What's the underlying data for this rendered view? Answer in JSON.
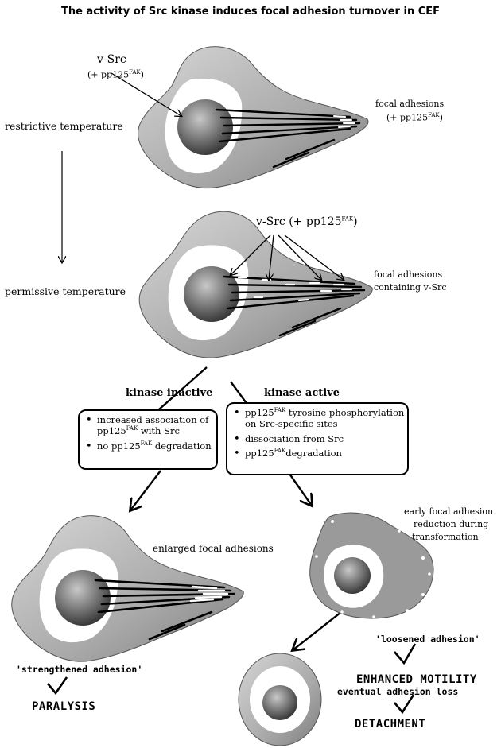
{
  "title": "The activity of Src kinase induces focal adhesion turnover in CEF",
  "top": {
    "vsrc": "v-Src",
    "vsrc_sub_prefix": "(+ pp125",
    "vsrc_sub_sup": "FAK",
    "vsrc_sub_suffix": ")",
    "restrictive": "restrictive temperature",
    "focal_line1": "focal adhesions",
    "focal_line2_prefix": "(+ pp125",
    "focal_line2_sup": "FAK",
    "focal_line2_suffix": ")"
  },
  "middle": {
    "vsrc_prefix": "v-Src (+ pp125",
    "vsrc_sup": "FAK",
    "vsrc_suffix": ")",
    "permissive": "permissive temperature",
    "focal_line1": "focal adhesions",
    "focal_line2": "containing v-Src"
  },
  "branches": {
    "inactive": "kinase inactive",
    "active": "kinase active"
  },
  "inactive_box": {
    "item1_line1": "increased association of",
    "item1_line2_prefix": "pp125",
    "item1_line2_sup": "FAK",
    "item1_line2_suffix": " with Src",
    "item2_prefix": "no pp125",
    "item2_sup": "FAK",
    "item2_suffix": " degradation"
  },
  "active_box": {
    "item1_prefix": "pp125",
    "item1_sup": "FAK",
    "item1_suffix": " tyrosine phosphorylation",
    "item1_line2": "on Src-specific sites",
    "item2": "dissociation from Src",
    "item3_prefix": "pp125",
    "item3_sup": "FAK",
    "item3_suffix": "degradation"
  },
  "bottom_left": {
    "enlarged": "enlarged focal adhesions",
    "strengthened": "'strengthened adhesion'",
    "paralysis": "PARALYSIS"
  },
  "bottom_right": {
    "early_line1": "early focal adhesion",
    "early_line2": "reduction during",
    "early_line3": "transformation",
    "loosened": "'loosened adhesion'",
    "motility": "ENHANCED MOTILITY",
    "eventual": "eventual adhesion loss",
    "detachment": "DETACHMENT"
  }
}
